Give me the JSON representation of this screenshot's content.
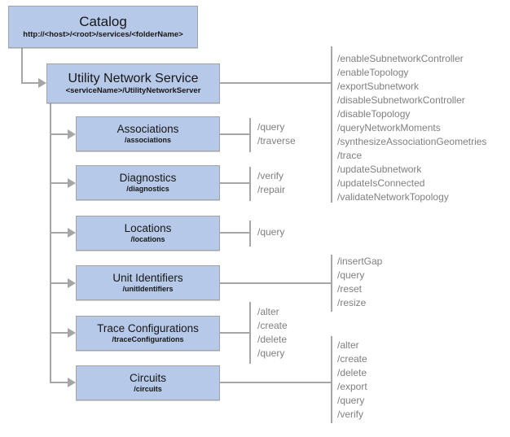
{
  "colors": {
    "box_fill": "#b7c9e8",
    "box_border": "#a3a3a3",
    "connector_line": "#a6a6a6",
    "operation_text": "#7f7f7f"
  },
  "catalog": {
    "title": "Catalog",
    "subtitle": "http://<host>/<root>/services/<folderName>"
  },
  "service": {
    "title": "Utility Network Service",
    "subtitle": "<serviceName>/UtilityNetworkServer",
    "operations": [
      "/enableSubnetworkController",
      "/enableTopology",
      "/exportSubnetwork",
      "/disableSubnetworkController",
      "/disableTopology",
      "/queryNetworkMoments",
      "/synthesizeAssociationGeometries",
      "/trace",
      "/updateSubnetwork",
      "/updateIsConnected",
      "/validateNetworkTopology"
    ]
  },
  "resources": [
    {
      "title": "Associations",
      "subtitle": "/associations",
      "operations": [
        "/query",
        "/traverse"
      ]
    },
    {
      "title": "Diagnostics",
      "subtitle": "/diagnostics",
      "operations": [
        "/verify",
        "/repair"
      ]
    },
    {
      "title": "Locations",
      "subtitle": "/locations",
      "operations": [
        "/query"
      ]
    },
    {
      "title": "Unit Identifiers",
      "subtitle": "/unitIdentifiers",
      "operations": [
        "/insertGap",
        "/query",
        "/reset",
        "/resize"
      ]
    },
    {
      "title": "Trace Configurations",
      "subtitle": "/traceConfigurations",
      "operations": [
        "/alter",
        "/create",
        "/delete",
        "/query"
      ]
    },
    {
      "title": "Circuits",
      "subtitle": "/circuits",
      "operations": [
        "/alter",
        "/create",
        "/delete",
        "/export",
        "/query",
        "/verify"
      ]
    }
  ]
}
